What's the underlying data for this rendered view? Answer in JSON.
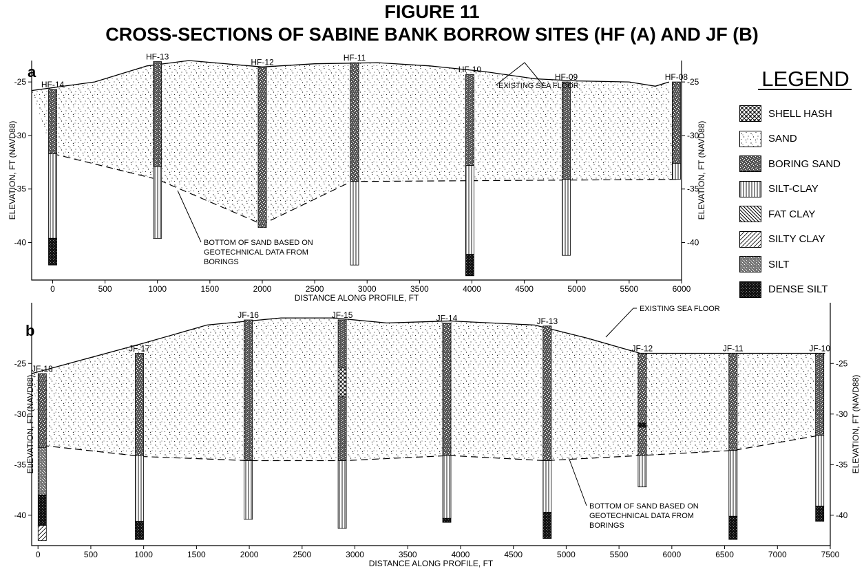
{
  "figure": {
    "title": "FIGURE 11",
    "subtitle": "CROSS-SECTIONS OF SABINE BANK BORROW SITES (HF (A) AND JF (B)"
  },
  "legend": {
    "title": "LEGEND",
    "items": [
      {
        "label": "SHELL HASH",
        "pattern": "shell"
      },
      {
        "label": "SAND",
        "pattern": "sand"
      },
      {
        "label": "BORING SAND",
        "pattern": "boring"
      },
      {
        "label": "SILT-CLAY",
        "pattern": "siltclay"
      },
      {
        "label": "FAT CLAY",
        "pattern": "fatclay"
      },
      {
        "label": "SILTY CLAY",
        "pattern": "siltyclay"
      },
      {
        "label": "SILT",
        "pattern": "silt"
      },
      {
        "label": "DENSE SILT",
        "pattern": "dense"
      }
    ]
  },
  "panels": [
    {
      "letter": "a",
      "xlabel": "DISTANCE ALONG PROFILE, FT",
      "ylabel": "ELEVATION, FT (NAVD88)",
      "xticks": [
        0,
        500,
        1000,
        1500,
        2000,
        2500,
        3000,
        3500,
        4000,
        4500,
        5000,
        5500,
        6000
      ],
      "yticks": [
        -25,
        -30,
        -35,
        -40
      ],
      "xlim": [
        -200,
        6000
      ],
      "ylim": [
        -43.5,
        -23
      ],
      "sea_floor": [
        [
          -200,
          -25.8
        ],
        [
          400,
          -25
        ],
        [
          900,
          -23.5
        ],
        [
          1300,
          -23
        ],
        [
          2000,
          -23.6
        ],
        [
          2500,
          -23.3
        ],
        [
          3100,
          -23.2
        ],
        [
          3600,
          -23.5
        ],
        [
          4100,
          -24
        ],
        [
          4600,
          -24.7
        ],
        [
          5000,
          -24.9
        ],
        [
          5500,
          -25
        ],
        [
          5750,
          -25.4
        ],
        [
          5880,
          -25
        ]
      ],
      "sea_floor_label": "EXISTING SEA FLOOR",
      "sand_bottom": [
        [
          0,
          -31.7
        ],
        [
          1000,
          -34.1
        ],
        [
          2000,
          -38.3
        ],
        [
          2850,
          -34.3
        ],
        [
          5950,
          -34.1
        ]
      ],
      "sand_bottom_label": [
        "BOTTOM OF SAND BASED ON",
        "GEOTECHNICAL DATA FROM",
        "BORINGS"
      ],
      "borings": [
        {
          "name": "HF-14",
          "x": 0,
          "layers": [
            {
              "top": -25.7,
              "bottom": -31.7,
              "pattern": "boring"
            },
            {
              "top": -31.7,
              "bottom": -39.6,
              "pattern": "siltclay"
            },
            {
              "top": -39.6,
              "bottom": -42.1,
              "pattern": "dense"
            }
          ]
        },
        {
          "name": "HF-13",
          "x": 1000,
          "layers": [
            {
              "top": -23.1,
              "bottom": -32.9,
              "pattern": "boring"
            },
            {
              "top": -32.9,
              "bottom": -39.6,
              "pattern": "siltclay"
            }
          ]
        },
        {
          "name": "HF-12",
          "x": 2000,
          "layers": [
            {
              "top": -23.6,
              "bottom": -38.6,
              "pattern": "boring"
            }
          ]
        },
        {
          "name": "HF-11",
          "x": 2880,
          "layers": [
            {
              "top": -23.2,
              "bottom": -34.3,
              "pattern": "boring"
            },
            {
              "top": -34.3,
              "bottom": -42.1,
              "pattern": "siltclay"
            }
          ]
        },
        {
          "name": "HF-10",
          "x": 3980,
          "layers": [
            {
              "top": -24.3,
              "bottom": -32.8,
              "pattern": "boring"
            },
            {
              "top": -32.8,
              "bottom": -41.1,
              "pattern": "siltclay"
            },
            {
              "top": -41.1,
              "bottom": -43.1,
              "pattern": "dense"
            }
          ]
        },
        {
          "name": "HF-09",
          "x": 4900,
          "layers": [
            {
              "top": -25,
              "bottom": -34.1,
              "pattern": "boring"
            },
            {
              "top": -34.1,
              "bottom": -41.2,
              "pattern": "siltclay"
            }
          ]
        },
        {
          "name": "HF-08",
          "x": 5950,
          "layers": [
            {
              "top": -25,
              "bottom": -32.6,
              "pattern": "boring"
            },
            {
              "top": -32.6,
              "bottom": -34.1,
              "pattern": "siltclay"
            }
          ]
        }
      ]
    },
    {
      "letter": "b",
      "xlabel": "DISTANCE ALONG PROFILE, FT",
      "ylabel": "ELEVATION, FT (NAVD88)",
      "xticks": [
        0,
        500,
        1000,
        1500,
        2000,
        2500,
        3000,
        3500,
        4000,
        4500,
        5000,
        5500,
        6000,
        6500,
        7000,
        7500
      ],
      "yticks": [
        -25,
        -30,
        -35,
        -40
      ],
      "xlim": [
        -60,
        7500
      ],
      "ylim": [
        -43,
        -19
      ],
      "sea_floor": [
        [
          -60,
          -26
        ],
        [
          400,
          -24.7
        ],
        [
          1000,
          -23
        ],
        [
          1600,
          -21.2
        ],
        [
          2300,
          -20.5
        ],
        [
          2800,
          -20.5
        ],
        [
          3300,
          -21
        ],
        [
          3900,
          -20.8
        ],
        [
          4700,
          -21.2
        ],
        [
          5200,
          -22.5
        ],
        [
          5700,
          -24
        ],
        [
          6100,
          -24
        ],
        [
          7450,
          -24
        ]
      ],
      "sea_floor_label": "EXISTING SEA FLOOR",
      "sand_bottom": [
        [
          40,
          -33.1
        ],
        [
          1000,
          -34.2
        ],
        [
          2000,
          -34.6
        ],
        [
          2900,
          -34.6
        ],
        [
          3900,
          -34.1
        ],
        [
          4800,
          -34.6
        ],
        [
          5700,
          -34.1
        ],
        [
          6580,
          -33.6
        ],
        [
          7400,
          -32.1
        ]
      ],
      "sand_bottom_label": [
        "BOTTOM OF SAND BASED ON",
        "GEOTECHNICAL DATA FROM",
        "BORINGS"
      ],
      "borings": [
        {
          "name": "JF-18",
          "x": 40,
          "layers": [
            {
              "top": -26,
              "bottom": -33.3,
              "pattern": "boring"
            },
            {
              "top": -33.3,
              "bottom": -38,
              "pattern": "silt"
            },
            {
              "top": -38,
              "bottom": -41,
              "pattern": "dense"
            },
            {
              "top": -41,
              "bottom": -42.5,
              "pattern": "siltyclay"
            }
          ]
        },
        {
          "name": "JF-17",
          "x": 960,
          "layers": [
            {
              "top": -24,
              "bottom": -34.1,
              "pattern": "boring"
            },
            {
              "top": -34.1,
              "bottom": -40.6,
              "pattern": "siltclay"
            },
            {
              "top": -40.6,
              "bottom": -42.4,
              "pattern": "dense"
            }
          ]
        },
        {
          "name": "JF-16",
          "x": 1990,
          "layers": [
            {
              "top": -20.7,
              "bottom": -34.6,
              "pattern": "boring"
            },
            {
              "top": -34.6,
              "bottom": -40.4,
              "pattern": "siltclay"
            }
          ]
        },
        {
          "name": "JF-15",
          "x": 2880,
          "layers": [
            {
              "top": -20.7,
              "bottom": -25.4,
              "pattern": "boring"
            },
            {
              "top": -25.4,
              "bottom": -28.3,
              "pattern": "shell"
            },
            {
              "top": -28.3,
              "bottom": -34.6,
              "pattern": "boring"
            },
            {
              "top": -34.6,
              "bottom": -41.3,
              "pattern": "siltclay"
            }
          ]
        },
        {
          "name": "JF-14",
          "x": 3870,
          "layers": [
            {
              "top": -21,
              "bottom": -34.1,
              "pattern": "boring"
            },
            {
              "top": -34.1,
              "bottom": -40.3,
              "pattern": "siltclay"
            },
            {
              "top": -40.3,
              "bottom": -40.7,
              "pattern": "dense"
            }
          ]
        },
        {
          "name": "JF-13",
          "x": 4820,
          "layers": [
            {
              "top": -21.3,
              "bottom": -34.6,
              "pattern": "boring"
            },
            {
              "top": -34.6,
              "bottom": -39.7,
              "pattern": "siltclay"
            },
            {
              "top": -39.7,
              "bottom": -42.3,
              "pattern": "dense"
            }
          ]
        },
        {
          "name": "JF-12",
          "x": 5720,
          "layers": [
            {
              "top": -24,
              "bottom": -30.9,
              "pattern": "boring"
            },
            {
              "top": -30.9,
              "bottom": -31.3,
              "pattern": "dense"
            },
            {
              "top": -31.3,
              "bottom": -34.1,
              "pattern": "boring"
            },
            {
              "top": -34.1,
              "bottom": -37.2,
              "pattern": "siltclay"
            }
          ]
        },
        {
          "name": "JF-11",
          "x": 6580,
          "layers": [
            {
              "top": -24,
              "bottom": -33.6,
              "pattern": "boring"
            },
            {
              "top": -33.6,
              "bottom": -40.1,
              "pattern": "siltclay"
            },
            {
              "top": -40.1,
              "bottom": -42.4,
              "pattern": "dense"
            }
          ]
        },
        {
          "name": "JF-10",
          "x": 7400,
          "layers": [
            {
              "top": -24,
              "bottom": -32.1,
              "pattern": "boring"
            },
            {
              "top": -32.1,
              "bottom": -39.1,
              "pattern": "siltclay"
            },
            {
              "top": -39.1,
              "bottom": -40.6,
              "pattern": "dense"
            }
          ]
        }
      ]
    }
  ]
}
